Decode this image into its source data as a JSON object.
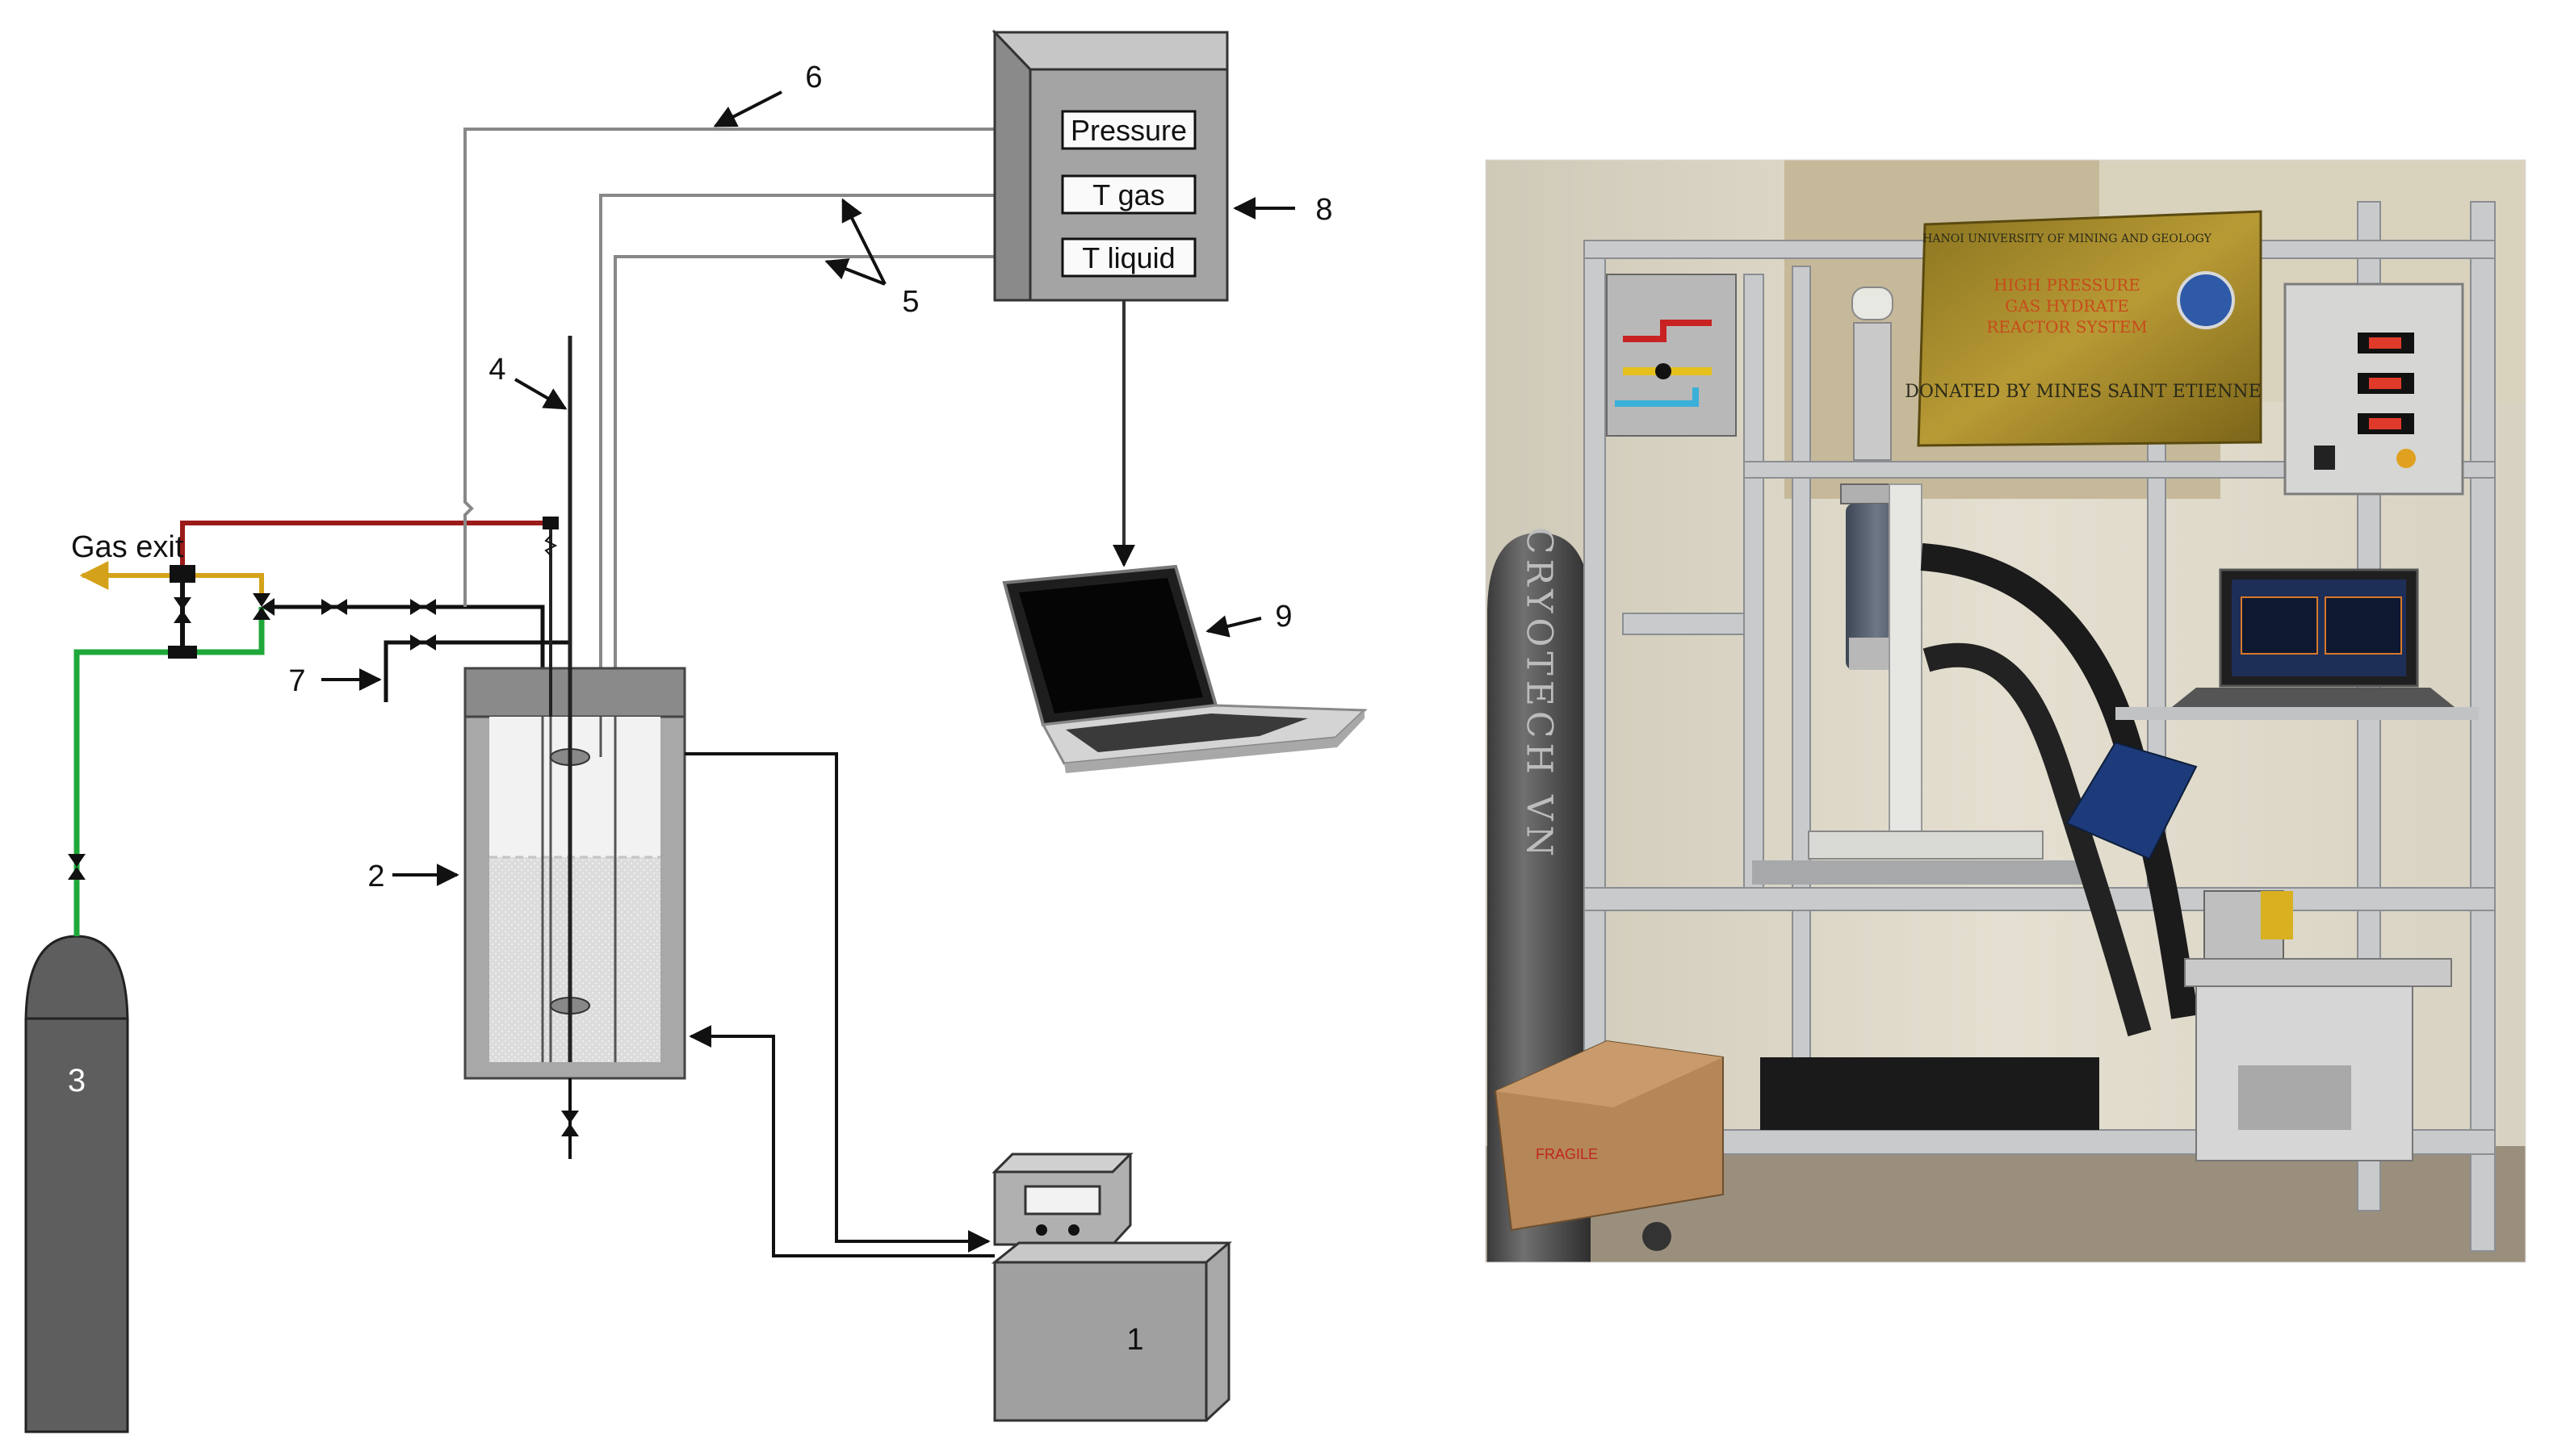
{
  "labels": {
    "gas_exit": "Gas exit",
    "n1": "1",
    "n2": "2",
    "n3": "3",
    "n4": "4",
    "n5": "5",
    "n6": "6",
    "n7": "7",
    "n8": "8",
    "n9": "9"
  },
  "monitor": {
    "pressure": "Pressure",
    "t_gas": "T gas",
    "t_liquid": "T liquid"
  },
  "photo": {
    "plaque_line1": "HANOI UNIVERSITY OF MINING AND GEOLOGY",
    "plaque_line2": "HIGH PRESSURE",
    "plaque_line3": "GAS HYDRATE",
    "plaque_line4": "REACTOR SYSTEM",
    "plaque_line5": "DONATED BY MINES SAINT ETIENNE",
    "cylinder_text": "CRYOTECH VN",
    "box_text": "FRAGILE"
  },
  "colors": {
    "pipe_red": "#9b1a1a",
    "pipe_green": "#1fa83a",
    "pipe_yellow": "#d4a21a",
    "equipment_gray": "#9a9a9a"
  }
}
